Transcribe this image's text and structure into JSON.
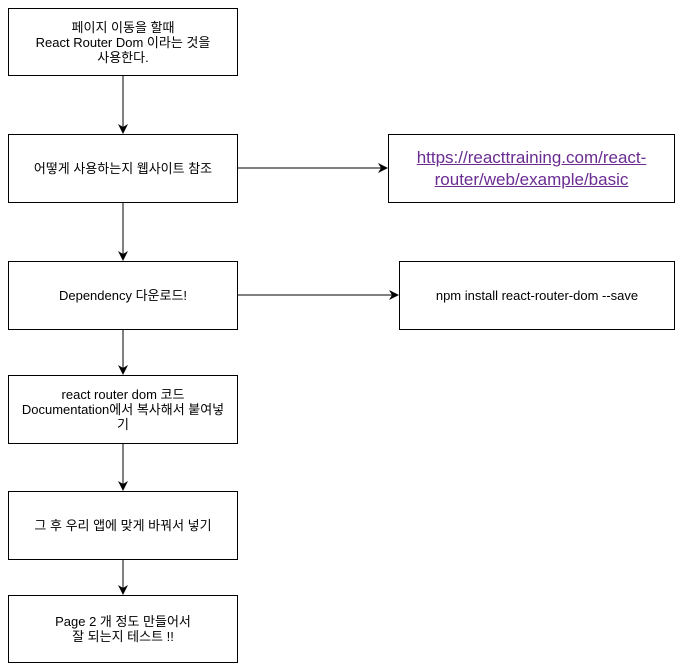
{
  "nodes": {
    "step1": "페이지 이동을 할때\nReact Router Dom 이라는 것을\n사용한다.",
    "step2": "어떻게 사용하는지 웹사이트 참조",
    "step3": "Dependency 다운로드!",
    "step4": "react router dom 코드\nDocumentation에서 복사해서 붙여넣\n기",
    "step5": "그 후 우리 앱에 맞게 바꿔서 넣기",
    "step6": "Page  2 개 정도 만들어서\n잘 되는지 테스트 !!",
    "website_link": "https://reacttraining.com/react-\nrouter/web/example/basic",
    "install_command": "npm install react-router-dom --save"
  },
  "colors": {
    "line": "#000000",
    "link": "#6a2c91"
  }
}
